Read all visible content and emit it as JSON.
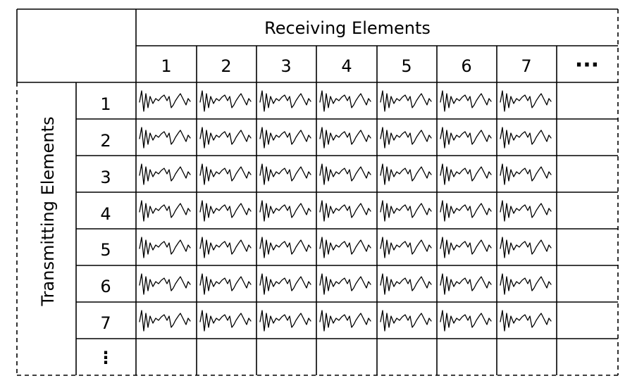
{
  "header": {
    "title": "Receiving Elements",
    "columns": [
      "1",
      "2",
      "3",
      "4",
      "5",
      "6",
      "7"
    ],
    "more": "···"
  },
  "side": {
    "title": "Transmitting Elements",
    "rows": [
      "1",
      "2",
      "3",
      "4",
      "5",
      "6",
      "7"
    ],
    "more": "⋮"
  },
  "cells": {
    "filled_rows": 7,
    "filled_columns": 7,
    "glyph": "waveform-icon"
  }
}
